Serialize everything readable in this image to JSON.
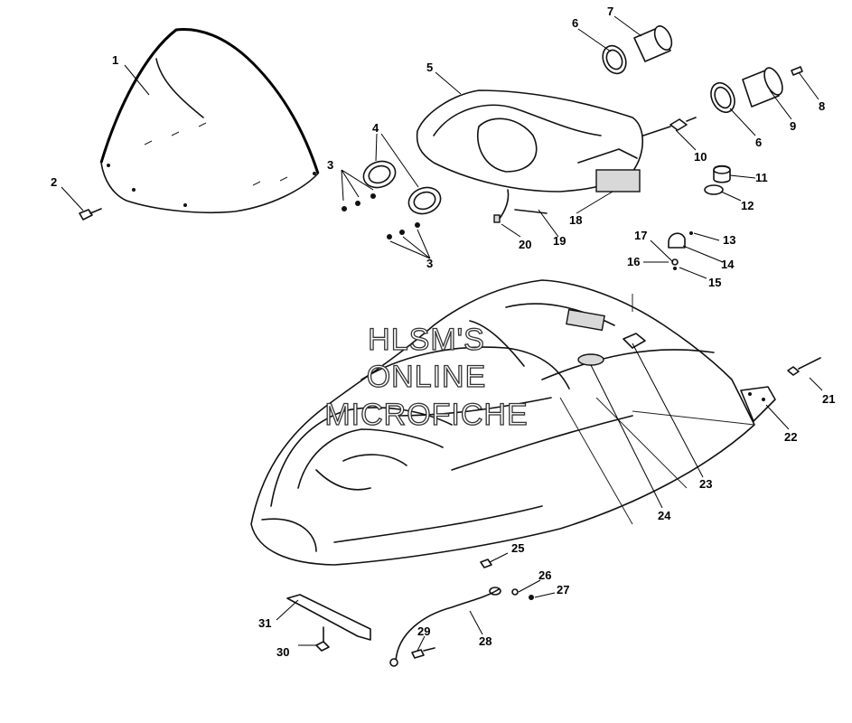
{
  "watermark": {
    "line1": "HLSM'S",
    "line2": "ONLINE",
    "line3": "MICROFICHE"
  },
  "callouts": [
    "1",
    "2",
    "3",
    "3",
    "4",
    "5",
    "6",
    "7",
    "6",
    "8",
    "9",
    "10",
    "11",
    "12",
    "13",
    "14",
    "15",
    "16",
    "17",
    "18",
    "19",
    "20",
    "21",
    "22",
    "23",
    "24",
    "25",
    "26",
    "27",
    "28",
    "29",
    "30",
    "31"
  ]
}
